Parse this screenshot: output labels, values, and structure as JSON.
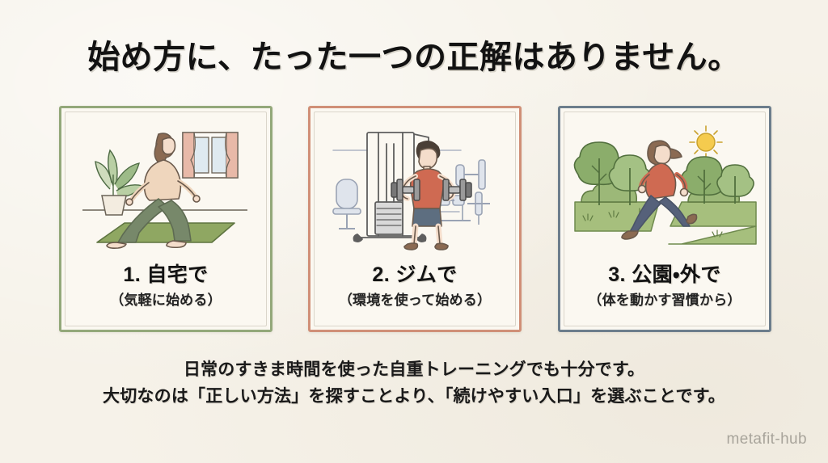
{
  "slide": {
    "title": "始め方に、たった一つの正解はありません。",
    "background_color": "#f6f2e9",
    "watermark": "metafit-hub"
  },
  "cards": [
    {
      "id": "home",
      "title": "1. 自宅で",
      "subtitle": "（気軽に始める）",
      "border_color": "#93a87a",
      "illustration": "home-stretching-illustration",
      "scene_elements": [
        "potted-plant",
        "window-with-curtains",
        "woman-stretching",
        "yoga-mat"
      ]
    },
    {
      "id": "gym",
      "title": "2. ジムで",
      "subtitle": "（環境を使って始める）",
      "border_color": "#d08f77",
      "illustration": "gym-dumbbell-illustration",
      "scene_elements": [
        "cable-machine",
        "gym-chair",
        "man-lifting-dumbbells",
        "weight-rack"
      ]
    },
    {
      "id": "park",
      "title": "3. 公園・外で",
      "subtitle": "（体を動かす習慣から）",
      "border_color": "#6c7d8c",
      "illustration": "park-jogging-illustration",
      "scene_elements": [
        "trees",
        "bushes",
        "sun",
        "woman-jogging",
        "grass-path"
      ]
    }
  ],
  "footer": {
    "line1": "日常のすきま時間を使った自重トレーニングでも十分です。",
    "line2": "大切なのは「正しい方法」を探すことより、「続けやすい入口」を選ぶことです。"
  }
}
